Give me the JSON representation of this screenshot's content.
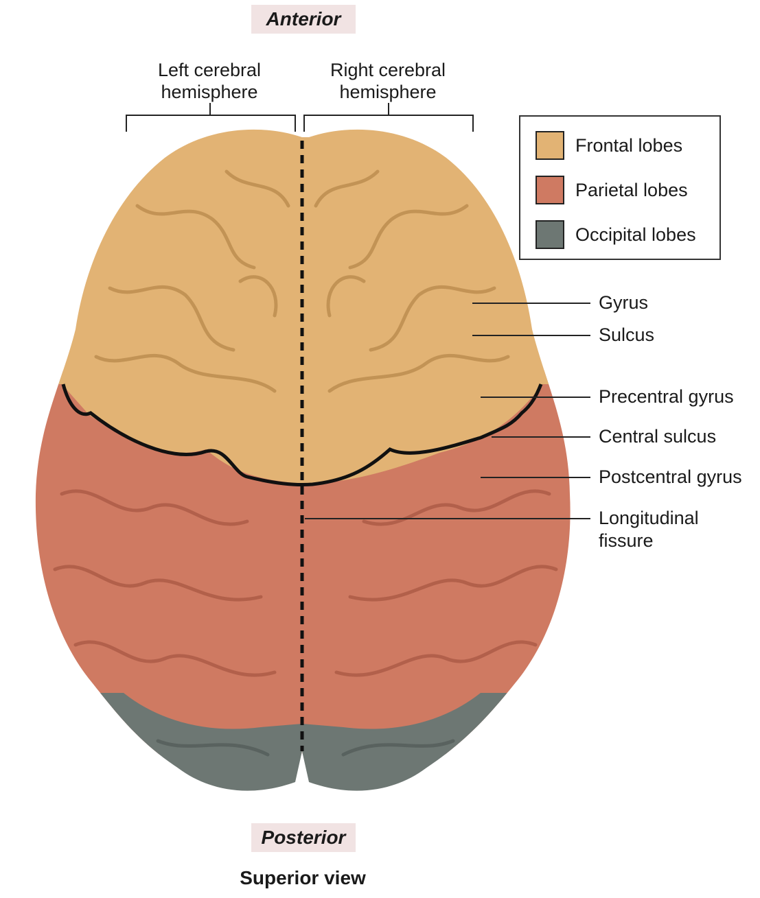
{
  "orientation": {
    "anterior": "Anterior",
    "posterior": "Posterior"
  },
  "hemispheres": {
    "left": "Left cerebral\nhemisphere",
    "right": "Right cerebral\nhemisphere"
  },
  "legend": {
    "items": [
      {
        "label": "Frontal lobes",
        "color": "#e2b374"
      },
      {
        "label": "Parietal lobes",
        "color": "#cf7a62"
      },
      {
        "label": "Occipital lobes",
        "color": "#6d7773"
      }
    ]
  },
  "callouts": [
    {
      "label": "Gyrus"
    },
    {
      "label": "Sulcus"
    },
    {
      "label": "Precentral gyrus"
    },
    {
      "label": "Central sulcus"
    },
    {
      "label": "Postcentral gyrus"
    },
    {
      "label": "Longitudinal\nfissure"
    }
  ],
  "caption": "Superior view",
  "colors": {
    "frontal": "#e2b374",
    "parietal": "#cf7a62",
    "occipital": "#6d7773",
    "outline": "#111111"
  }
}
